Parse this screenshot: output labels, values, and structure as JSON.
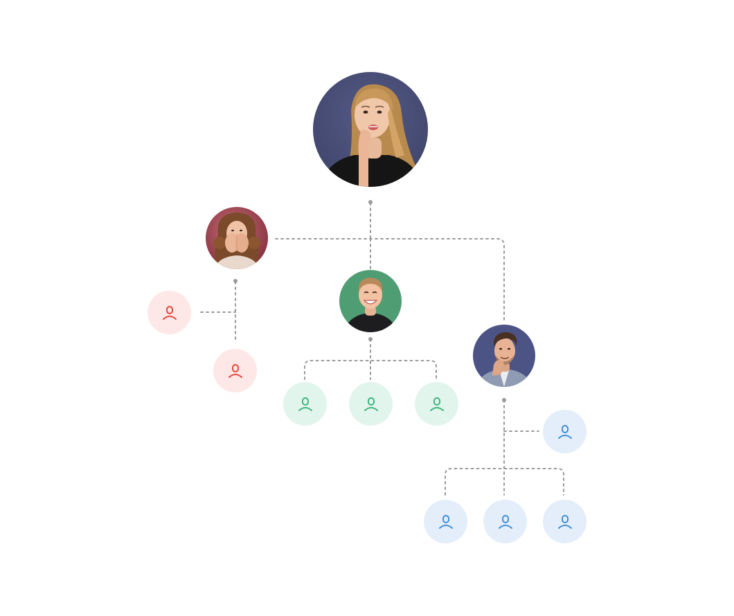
{
  "colors": {
    "connector": "#9a9a9a",
    "red_fill": "#fde8e7",
    "red_stroke": "#e0483d",
    "green_fill": "#e2f5ec",
    "green_stroke": "#3db57f",
    "blue_fill": "#e3eefa",
    "blue_stroke": "#3f8fd8"
  },
  "nodes": {
    "root": {
      "kind": "photo",
      "icon": "woman-thinking-portrait",
      "bg": "#4a5078"
    },
    "left_manager": {
      "kind": "photo",
      "icon": "woman-covering-mouth-portrait",
      "bg": "#a24452"
    },
    "center_manager": {
      "kind": "photo",
      "icon": "man-smiling-portrait",
      "bg": "#4f9d73"
    },
    "right_manager": {
      "kind": "photo",
      "icon": "man-thinking-portrait",
      "bg": "#4c5486"
    },
    "placeholders": {
      "icon": "user-icon"
    }
  }
}
